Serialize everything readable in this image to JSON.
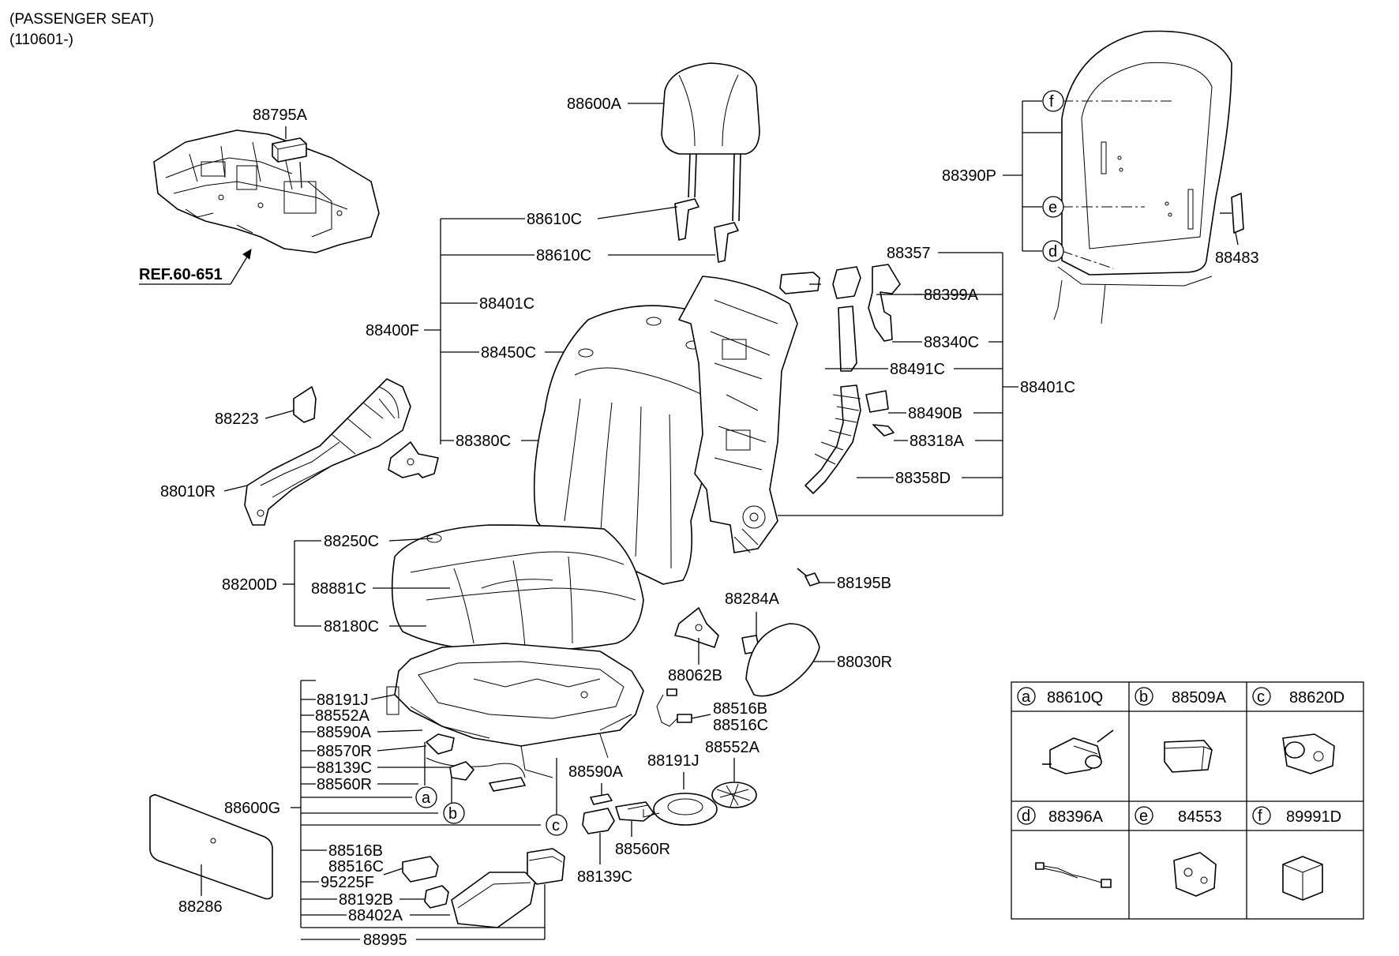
{
  "header": {
    "line1": "(PASSENGER SEAT)",
    "line2": "(110601-)"
  },
  "reference": "REF.60-651",
  "labels": {
    "p88795A": "88795A",
    "p88600A": "88600A",
    "p88610C_1": "88610C",
    "p88610C_2": "88610C",
    "p88401C_1": "88401C",
    "p88400F": "88400F",
    "p88450C": "88450C",
    "p88380C": "88380C",
    "p88223": "88223",
    "p88010R": "88010R",
    "p88250C": "88250C",
    "p88200D": "88200D",
    "p88881C": "88881C",
    "p88180C": "88180C",
    "p88390P": "88390P",
    "p88483": "88483",
    "p88357": "88357",
    "p88399A": "88399A",
    "p88340C": "88340C",
    "p88491C": "88491C",
    "p88401C_2": "88401C",
    "p88490B": "88490B",
    "p88318A": "88318A",
    "p88358D": "88358D",
    "p88195B": "88195B",
    "p88284A": "88284A",
    "p88062B": "88062B",
    "p88030R": "88030R",
    "p88516B_1": "88516B",
    "p88516C_1": "88516C",
    "p88191J_1": "88191J",
    "p88552A_1": "88552A",
    "p88590A_1": "88590A",
    "p88570R": "88570R",
    "p88139C_1": "88139C",
    "p88560R_1": "88560R",
    "p88600G": "88600G",
    "p88516B_2": "88516B",
    "p88516C_2": "88516C",
    "p95225F": "95225F",
    "p88192B": "88192B",
    "p88402A": "88402A",
    "p88995": "88995",
    "p88590A_2": "88590A",
    "p88191J_2": "88191J",
    "p88552A_2": "88552A",
    "p88560R_2": "88560R",
    "p88139C_2": "88139C",
    "p88286": "88286"
  },
  "callouts": {
    "a": "a",
    "b": "b",
    "c": "c",
    "d": "d",
    "e": "e",
    "f": "f"
  },
  "legend": {
    "cells": [
      {
        "letter": "a",
        "part": "88610Q"
      },
      {
        "letter": "b",
        "part": "88509A"
      },
      {
        "letter": "c",
        "part": "88620D"
      },
      {
        "letter": "d",
        "part": "88396A"
      },
      {
        "letter": "e",
        "part": "84553"
      },
      {
        "letter": "f",
        "part": "89991D"
      }
    ]
  }
}
